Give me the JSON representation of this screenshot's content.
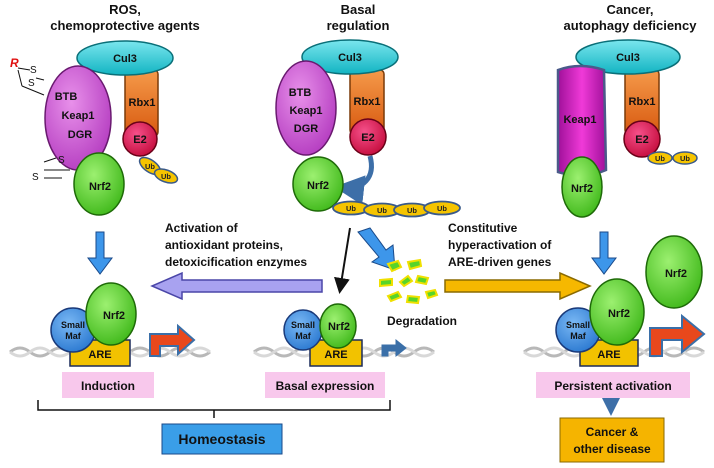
{
  "headers": {
    "left": [
      "ROS,",
      "chemoprotective agents"
    ],
    "center": [
      "Basal",
      "regulation"
    ],
    "right": [
      "Cancer,",
      "autophagy deficiency"
    ]
  },
  "proteins": {
    "cul3": "Cul3",
    "rbx1": "Rbx1",
    "e2": "E2",
    "keap1": "Keap1",
    "btb": "BTB",
    "dgr": "DGR",
    "nrf2": "Nrf2",
    "small_maf": [
      "Small",
      "Maf"
    ],
    "are": "ARE",
    "ub": "Ub"
  },
  "modification": {
    "r_label": "R",
    "s_label": "S"
  },
  "processes": {
    "activation_left": [
      "Activation of",
      "antioxidant proteins,",
      "detoxicification enzymes"
    ],
    "activation_right": [
      "Constitutive",
      "hyperactivation of",
      "ARE-driven genes"
    ],
    "degradation": "Degradation"
  },
  "outcomes": {
    "induction": "Induction",
    "basal_expression": "Basal expression",
    "persistent_activation": "Persistent activation",
    "homeostasis": "Homeostasis",
    "disease": [
      "Cancer &",
      "other disease"
    ]
  },
  "colors": {
    "cul3": "#1ec8d2",
    "rbx1": "#e8701e",
    "e2": "#e0144e",
    "keap1": "#cc4ccf",
    "keap1_mutant": "#d91cb8",
    "nrf2": "#58d42a",
    "small_maf": "#3a8fe0",
    "are": "#f2c200",
    "ub": "#f5c400",
    "induction_box": "#f8c8ec",
    "homeostasis_box": "#3a9ee8",
    "disease_box": "#f5b400",
    "arrow_blue": "#3d96ea",
    "arrow_lilac": "#a8a2f0",
    "arrow_orange": "#f6b800",
    "gene_arrow": "#e8481c",
    "gene_arrow_small": "#3a6fa8"
  }
}
